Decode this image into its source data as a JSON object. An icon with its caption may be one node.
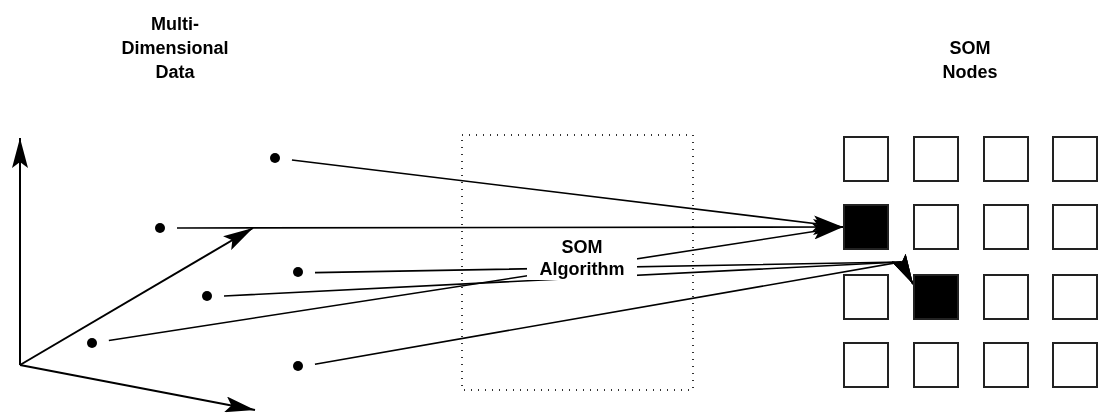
{
  "diagram": {
    "nodes": [
      {
        "text": [],
        "shape": "circle"
      },
      {
        "text": [],
        "shape": "circle"
      },
      {
        "text": [],
        "shape": "circle"
      },
      {
        "text": [],
        "shape": "circle"
      },
      {
        "text": [],
        "shape": "circle"
      },
      {
        "text": [],
        "shape": "circle"
      },
      {
        "text": [],
        "shape": "box"
      },
      {
        "text": [],
        "shape": "box"
      },
      {
        "text": [],
        "shape": "box"
      },
      {
        "text": [],
        "shape": "box"
      },
      {
        "text": [],
        "shape": "box"
      },
      {
        "text": [],
        "shape": "box"
      },
      {
        "text": [],
        "shape": "box"
      },
      {
        "text": [],
        "shape": "box"
      },
      {
        "text": [],
        "shape": "box"
      },
      {
        "text": [],
        "shape": "box"
      },
      {
        "text": [],
        "shape": "box"
      },
      {
        "text": [],
        "shape": "box"
      },
      {
        "text": [],
        "shape": "box"
      },
      {
        "text": [],
        "shape": "box"
      },
      {
        "text": [],
        "shape": "box"
      },
      {
        "text": [],
        "shape": "box"
      }
    ],
    "edges": [
      {
        "from": 0,
        "to": 10,
        "arrow": "to"
      },
      {
        "from": 1,
        "to": 10,
        "arrow": "to"
      },
      {
        "from": 4,
        "to": 10,
        "arrow": "to"
      },
      {
        "from": 2,
        "to": 15,
        "arrow": "to"
      },
      {
        "from": 3,
        "to": 15,
        "arrow": "to"
      },
      {
        "from": 5,
        "to": 15,
        "arrow": "to"
      }
    ],
    "labels": [
      "Multi- Dimensional Data",
      "SOM Nodes",
      "SOM Algorithm"
    ]
  }
}
